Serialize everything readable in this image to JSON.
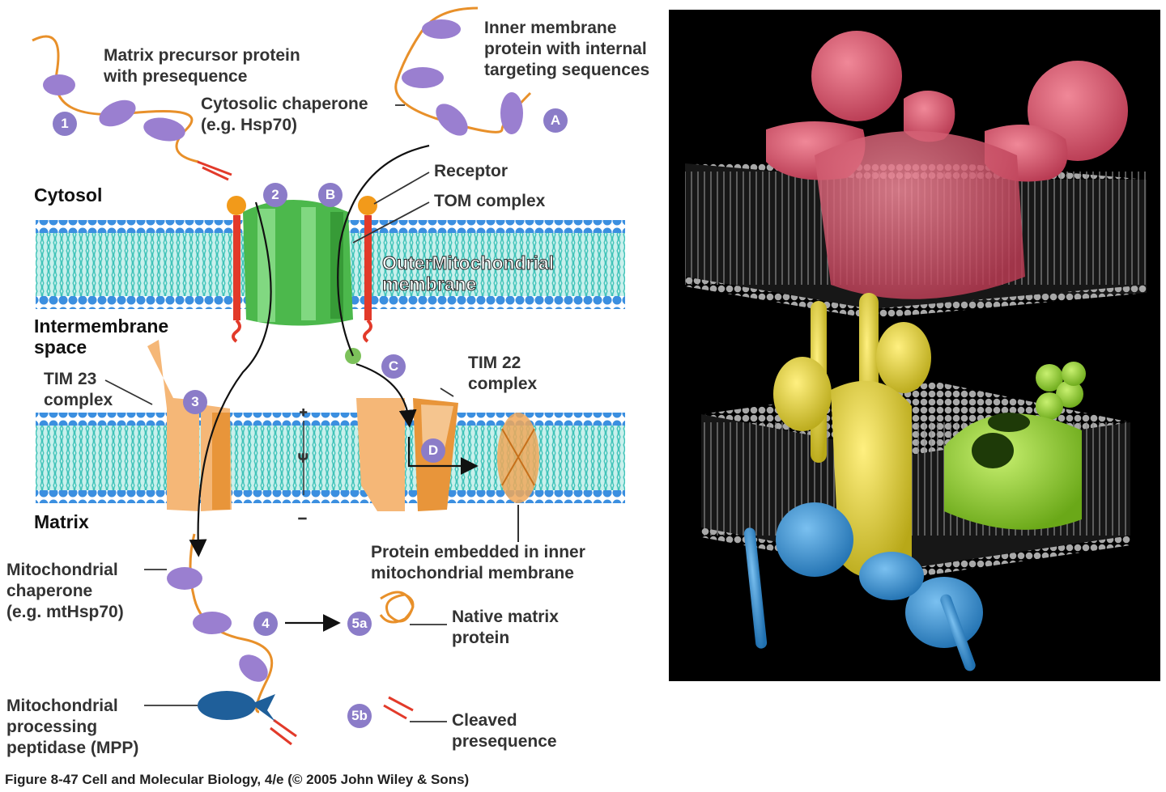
{
  "labels": {
    "matrix_precursor": "Matrix precursor protein\nwith presequence",
    "inner_membrane_protein": "Inner membrane\nprotein with internal\ntargeting sequences",
    "cytosolic_chaperone": "Cytosolic chaperone\n(e.g. Hsp70)",
    "receptor": "Receptor",
    "tom_complex": "TOM complex",
    "cytosol": "Cytosol",
    "outer_membrane": "OuterMitochondrial\nmembrane",
    "intermembrane_space": "Intermembrane\nspace",
    "tim23": "TIM 23\ncomplex",
    "tim22": "TIM 22\ncomplex",
    "matrix": "Matrix",
    "embedded_protein": "Protein embedded in inner\nmitochondrial membrane",
    "mito_chaperone": "Mitochondrial\nchaperone\n(e.g. mtHsp70)",
    "native_matrix": "Native matrix\nprotein",
    "mpp": "Mitochondrial\nprocessing\npeptidase (MPP)",
    "cleaved_presequence": "Cleaved\npresequence"
  },
  "steps": {
    "s1": "1",
    "s2": "2",
    "s3": "3",
    "s4": "4",
    "s5a": "5a",
    "s5b": "5b",
    "sA": "A",
    "sB": "B",
    "sC": "C",
    "sD": "D"
  },
  "charges": {
    "plus": "+",
    "minus": "–",
    "psi": "Ψ"
  },
  "caption": "Figure 8-47  Cell and Molecular Biology, 4/e (© 2005 John Wiley & Sons)",
  "colors": {
    "membrane_head": "#3b8fe0",
    "membrane_tail": "#3fc3b8",
    "tom": "#4cb84c",
    "tim": "#f0a85a",
    "chaperone": "#9a7fd0",
    "chain": "#e8902a",
    "right_bg": "#000000",
    "right_red": "#d9536a",
    "right_yellow": "#e0d030",
    "right_green": "#8ed028",
    "right_blue": "#3a9ad8",
    "right_lipid": "#a8a8a8"
  }
}
